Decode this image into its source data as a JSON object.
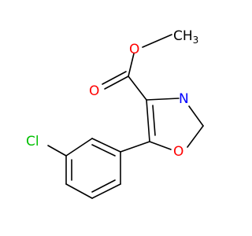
{
  "structure": {
    "atoms": {
      "methyl": {
        "text": "CH",
        "sub": "3"
      },
      "ester_oxygen": "O",
      "carbonyl_oxygen": "O",
      "nitrogen": "N",
      "ring_oxygen": "O",
      "chlorine": "Cl"
    }
  },
  "colors": {
    "bond": "#000000",
    "oxygen": "#ff0000",
    "nitrogen": "#0000ff",
    "chlorine": "#00c000",
    "carbon": "#000000"
  }
}
